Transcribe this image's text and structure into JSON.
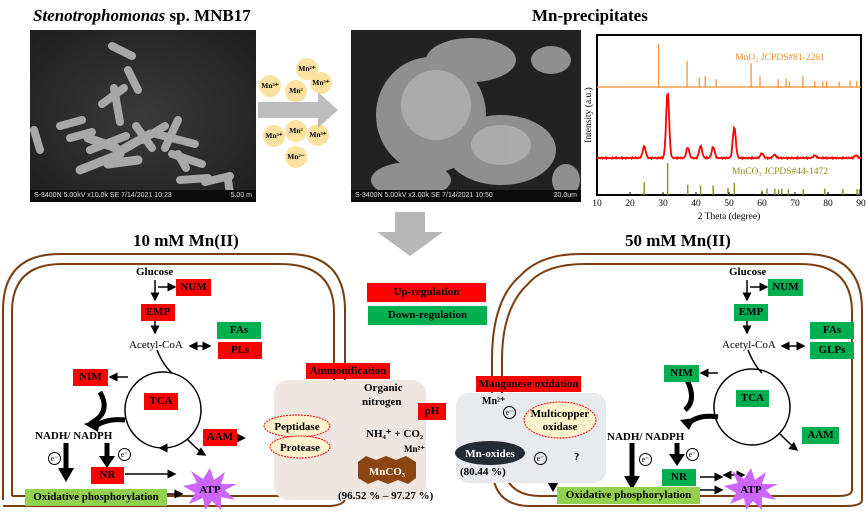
{
  "top": {
    "organism_title_italic": "Stenotrophomonas",
    "organism_title_rest": " sp. MNB17",
    "precipitates_title": "Mn-precipitates",
    "sem_bacteria": {
      "info": "S-3400N 5.00kV x10.0k SE  7/14/2021 10:23",
      "scale": "5.00 m"
    },
    "sem_precipitate": {
      "info": "S-3400N 5.00kV x2.00k SE  7/14/2021 10:50",
      "scale": "20.0um"
    },
    "ions": [
      "Mn²⁺",
      "Mn³⁺",
      "Mn²",
      "Mn³⁺",
      "Mn²",
      "Mn²⁺",
      "Mn³⁺",
      "Mn²⁻"
    ]
  },
  "chart_data": {
    "type": "line",
    "title": "",
    "xlabel": "2 Theta (degree)",
    "ylabel": "Intensity (a.u.)",
    "xlim": [
      10,
      90
    ],
    "xticks": [
      10,
      20,
      30,
      40,
      50,
      60,
      70,
      80,
      90
    ],
    "grid": false,
    "series": [
      {
        "name": "MnO2 JCPDS#81-2261",
        "kind": "reference-sticks",
        "color": "#f28c28",
        "peaks": [
          [
            28.7,
            1.0
          ],
          [
            37.3,
            0.6
          ],
          [
            41.0,
            0.22
          ],
          [
            42.8,
            0.25
          ],
          [
            46.1,
            0.18
          ],
          [
            56.7,
            0.55
          ],
          [
            59.4,
            0.25
          ],
          [
            64.9,
            0.18
          ],
          [
            67.3,
            0.2
          ],
          [
            68.3,
            0.13
          ],
          [
            72.4,
            0.25
          ],
          [
            76.0,
            0.13
          ],
          [
            78.4,
            0.12
          ],
          [
            79.6,
            0.14
          ],
          [
            83.4,
            0.12
          ],
          [
            86.7,
            0.15
          ],
          [
            88.7,
            0.14
          ]
        ]
      },
      {
        "name": "Mn-precipitates",
        "kind": "pattern",
        "color": "#ff0000",
        "peaks": [
          [
            24.3,
            0.18
          ],
          [
            31.4,
            1.0
          ],
          [
            37.5,
            0.16
          ],
          [
            41.4,
            0.18
          ],
          [
            45.2,
            0.17
          ],
          [
            51.6,
            0.47
          ],
          [
            60.0,
            0.07
          ],
          [
            63.8,
            0.05
          ],
          [
            76.0,
            0.04
          ],
          [
            88.5,
            0.04
          ]
        ]
      },
      {
        "name": "MnCO3 JCPDS#44-1472",
        "kind": "reference-sticks",
        "color": "#8b8b1e",
        "peaks": [
          [
            24.3,
            0.4
          ],
          [
            31.4,
            1.0
          ],
          [
            37.5,
            0.32
          ],
          [
            41.4,
            0.3
          ],
          [
            45.2,
            0.3
          ],
          [
            49.7,
            0.22
          ],
          [
            51.6,
            0.38
          ],
          [
            60.0,
            0.15
          ],
          [
            61.5,
            0.2
          ],
          [
            63.9,
            0.2
          ],
          [
            65.0,
            0.18
          ],
          [
            66.0,
            0.2
          ],
          [
            68.0,
            0.18
          ],
          [
            72.5,
            0.18
          ],
          [
            79.0,
            0.2
          ],
          [
            84.5,
            0.18
          ],
          [
            88.8,
            0.18
          ],
          [
            89.5,
            0.18
          ]
        ]
      }
    ]
  },
  "legend": {
    "up": "Up-regulation",
    "down": "Down-regulation",
    "up_color": "#ff0000",
    "down_color": "#00b050"
  },
  "left_cell": {
    "title": "10 mM Mn(II)",
    "glucose": "Glucose",
    "num": "NUM",
    "emp": "EMP",
    "acetyl": "Acetyl-CoA",
    "fas": "FAs",
    "lipids": "PLs",
    "nim": "NIM",
    "tca": "TCA",
    "aam": "AAM",
    "nadh": "NADH/ NADPH",
    "nr": "NR",
    "electron": "e⁻",
    "oxphos": "Oxidative phosphorylation",
    "atp": "ATP"
  },
  "ammonification": {
    "label": "Ammonification",
    "peptidase": "Peptidase",
    "protease": "Protease",
    "organic_nitrogen_1": "Organic",
    "organic_nitrogen_2": "nitrogen",
    "ph": "pH",
    "nh4_co2": "NH₄⁺ + CO₂",
    "mn2": "Mn²⁺",
    "mnco3": "MnCO₃",
    "percent": "(96.52 % – 97.27 %)"
  },
  "mn_oxidation": {
    "label": "Manganese oxidation",
    "mn2": "Mn²⁺",
    "enzyme_1": "Multicopper",
    "enzyme_2": "oxidase",
    "mn_oxides": "Mn-oxides",
    "percent": "(80.44 %)",
    "electron": "e⁻",
    "question": "?"
  },
  "right_cell": {
    "title": "50 mM Mn(II)",
    "glucose": "Glucose",
    "num": "NUM",
    "emp": "EMP",
    "acetyl": "Acetyl-CoA",
    "fas": "FAs",
    "lipids": "GLPs",
    "nim": "NIM",
    "tca": "TCA",
    "aam": "AAM",
    "nadh": "NADH/ NADPH",
    "nr": "NR",
    "electron": "e⁻",
    "oxphos": "Oxidative phosphorylation",
    "atp": "ATP"
  }
}
